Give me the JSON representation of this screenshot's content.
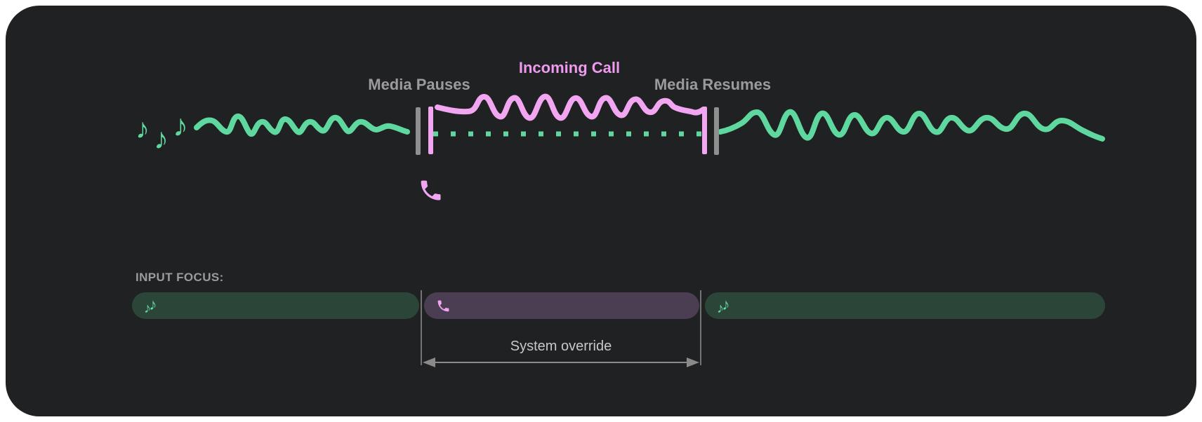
{
  "colors": {
    "page_bg": "#ffffff",
    "card_bg": "#202122",
    "media_green": "#5fd8a0",
    "call_pink": "#f2a6f1",
    "label_pink": "#ee9bee",
    "bar_gray": "#8f8f8f",
    "label_gray": "#9b9b9f",
    "override_gray": "#c8c8c8",
    "arrow_gray": "#8a8a8a",
    "pill_media_bg": "#2c4539",
    "pill_call_bg": "#4b3e53"
  },
  "icons": {
    "music_note_glyph": "♪"
  },
  "timeline": {
    "media_pauses_label": "Media Pauses",
    "incoming_call_label": "Incoming Call",
    "media_resumes_label": "Media Resumes",
    "left_waveform": "playing media",
    "middle_waveform": "incoming call audio",
    "paused_media": "dotted line while media paused",
    "right_waveform": "media resumes"
  },
  "input_focus": {
    "heading": "INPUT FOCUS:",
    "system_override_label": "System override",
    "segments": [
      {
        "type": "media",
        "icon": "music-notes"
      },
      {
        "type": "call",
        "icon": "phone"
      },
      {
        "type": "media",
        "icon": "music-notes"
      }
    ]
  }
}
